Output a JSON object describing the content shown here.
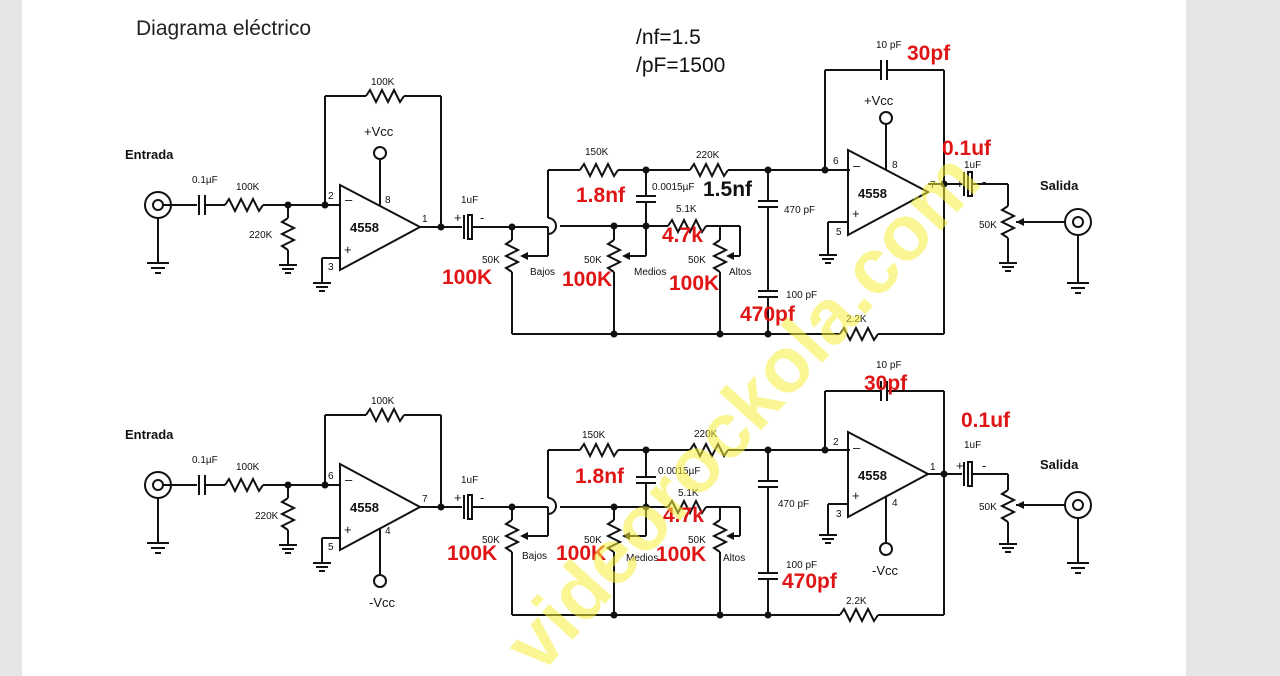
{
  "title": "Diagrama eléctrico",
  "notes": {
    "nf": "/nf=1.5",
    "pf": "/pF=1500"
  },
  "watermark": "videorockola.com",
  "circuit1": {
    "input_label": "Entrada",
    "output_label": "Salida",
    "opamp1": {
      "name": "4558",
      "pin_minus": "2",
      "pin_plus": "3",
      "pin_out": "1",
      "pin_vcc": "8",
      "vcc": "+Vcc"
    },
    "opamp2": {
      "name": "4558",
      "pin_minus": "6",
      "pin_plus": "5",
      "pin_out": "7",
      "pin_vcc": "8",
      "vcc": "+Vcc"
    },
    "c_in": "0.1µF",
    "r_in": "100K",
    "r_bias": "220K",
    "r_fb": "100K",
    "c_couple": "1uF",
    "r_150k": "150K",
    "r_220k": "220K",
    "r_5k1": "5.1K",
    "c_0015": "0.0015µF",
    "c_470": "470 pF",
    "c_100": "100 pF",
    "r_2k2": "2.2K",
    "pot_bass": "50K",
    "pot_mid": "50K",
    "pot_treble": "50K",
    "pot_out": "50K",
    "bass": "Bajos",
    "mid": "Medios",
    "treble": "Altos",
    "c_fb2": "10 pF",
    "c_out": "1uF",
    "red": {
      "pf30": "30pf",
      "uf01": "0.1uf",
      "nf18": "1.8nf",
      "k47": "4.7k",
      "k100a": "100K",
      "k100b": "100K",
      "k100c": "100K",
      "pf470": "470pf"
    },
    "black_1_5nf": "1.5nf"
  },
  "circuit2": {
    "input_label": "Entrada",
    "output_label": "Salida",
    "opamp1": {
      "name": "4558",
      "pin_minus": "6",
      "pin_plus": "5",
      "pin_out": "7",
      "pin_v": "4",
      "v": "-Vcc"
    },
    "opamp2": {
      "name": "4558",
      "pin_minus": "2",
      "pin_plus": "3",
      "pin_out": "1",
      "pin_v": "4",
      "v": "-Vcc"
    },
    "c_in": "0.1µF",
    "r_in": "100K",
    "r_bias": "220K",
    "r_fb": "100K",
    "c_couple": "1uF",
    "r_150k": "150K",
    "r_220k": "220K",
    "r_5k1": "5.1K",
    "c_0015": "0.0015µF",
    "c_470": "470 pF",
    "c_100": "100 pF",
    "r_2k2": "2.2K",
    "pot_bass": "50K",
    "pot_mid": "50K",
    "pot_treble": "50K",
    "pot_out": "50K",
    "bass": "Bajos",
    "mid": "Medios",
    "treble": "Altos",
    "c_fb2": "10 pF",
    "c_out": "1uF",
    "red": {
      "pf30": "30pf",
      "uf01": "0.1uf",
      "nf18": "1.8nf",
      "k47": "4.7k",
      "k100a": "100K",
      "k100b": "100K",
      "k100c": "100K",
      "pf470": "470pf"
    }
  }
}
